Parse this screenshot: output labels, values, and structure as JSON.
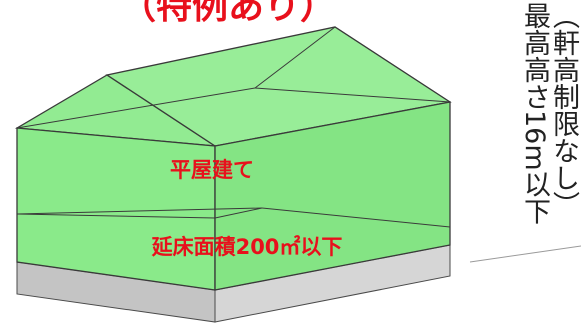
{
  "heading": "（特例あり）",
  "roof_label": "平屋建て",
  "floor_area_label": "延床面積200㎡以下",
  "height_note_main": "最高高さ16m以下",
  "height_note_sub": "（軒高制限なし）",
  "colors": {
    "accent_red": "#e8101c",
    "volume_fill": "#6fe46f",
    "edge": "#3a3a3a",
    "base_fill": "#c8c8c8"
  }
}
